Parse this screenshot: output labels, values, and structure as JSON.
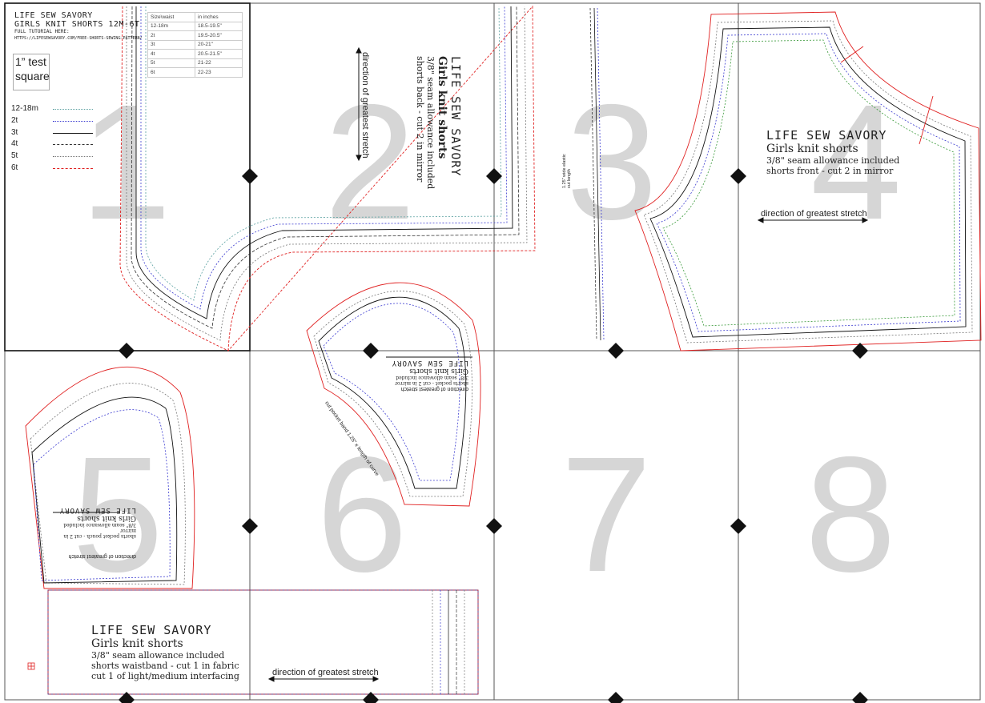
{
  "header": {
    "brand": "LIFE SEW SAVORY",
    "title": "GIRLS KNIT SHORTS 12M-6T",
    "tutorial_label": "FULL TUTORIAL HERE:",
    "tutorial_url": "HTTPS://LIFESEWSAVORY.COM/FREE-SHORTS-SEWING-PATTERN/"
  },
  "test_square": {
    "line1": "1” test",
    "line2": "square"
  },
  "legend": [
    {
      "label": "12-18m",
      "color": "#5aa0a0",
      "style": "dotted"
    },
    {
      "label": "2t",
      "color": "#3a3ad0",
      "style": "dotted"
    },
    {
      "label": "3t",
      "color": "#111111",
      "style": "solid"
    },
    {
      "label": "4t",
      "color": "#333333",
      "style": "dashed"
    },
    {
      "label": "5t",
      "color": "#777777",
      "style": "dotted"
    },
    {
      "label": "6t",
      "color": "#e02020",
      "style": "dashed"
    }
  ],
  "size_table": {
    "headers": [
      "Size\\waist",
      "in inches"
    ],
    "rows": [
      [
        "12-18m",
        "18.5-19.5\""
      ],
      [
        "2t",
        "19.5-20.5\""
      ],
      [
        "3t",
        "20-21\""
      ],
      [
        "4t",
        "20.5-21.5\""
      ],
      [
        "5t",
        "21-22"
      ],
      [
        "6t",
        "22-23"
      ]
    ]
  },
  "tiles": [
    "1",
    "2",
    "3",
    "4",
    "5",
    "6",
    "7",
    "8"
  ],
  "pieces": {
    "back": {
      "brand": "LIFE SEW SAVORY",
      "name": "Girls knit shorts",
      "seam": "3/8\" seam allowance included",
      "cut": "shorts back - cut 2 in mirror",
      "stretch": "direction of greatest stretch"
    },
    "front": {
      "brand": "LIFE SEW SAVORY",
      "name": "Girls knit shorts",
      "seam": "3/8\" seam allowance included",
      "cut": "shorts front - cut 2 in mirror",
      "stretch": "direction of greatest stretch"
    },
    "elastic": {
      "line1": "1.25\" wide elastic",
      "line2": "cut length"
    },
    "pocket_band": {
      "brand": "LIFE SEW SAVORY",
      "name": "Girls knit shorts",
      "seam": "3/8\" seam allowance included",
      "cut": "shorts pocket - cut 2 in mirror",
      "stretch": "direction of greatest stretch",
      "band_note": "cut pocket band 1.25\" x length of curve"
    },
    "pocket_pouch": {
      "brand": "LIFE SEW SAVORY",
      "name": "Girls knit shorts",
      "seam": "3/8\" seam allowance included",
      "cut": "shorts pocket pouch - cut 2 in mirror",
      "stretch": "direction of greatest stretch"
    },
    "waistband": {
      "brand": "LIFE SEW SAVORY",
      "name": "Girls knit shorts",
      "seam": "3/8\" seam allowance included",
      "cut1": "shorts waistband - cut 1 in fabric",
      "cut2": "cut 1 of light/medium interfacing",
      "stretch": "direction of greatest stretch"
    }
  },
  "colors": {
    "grid": "#555555",
    "red": "#e02020",
    "blue": "#3a3ad0",
    "green": "#3a9a3a"
  }
}
